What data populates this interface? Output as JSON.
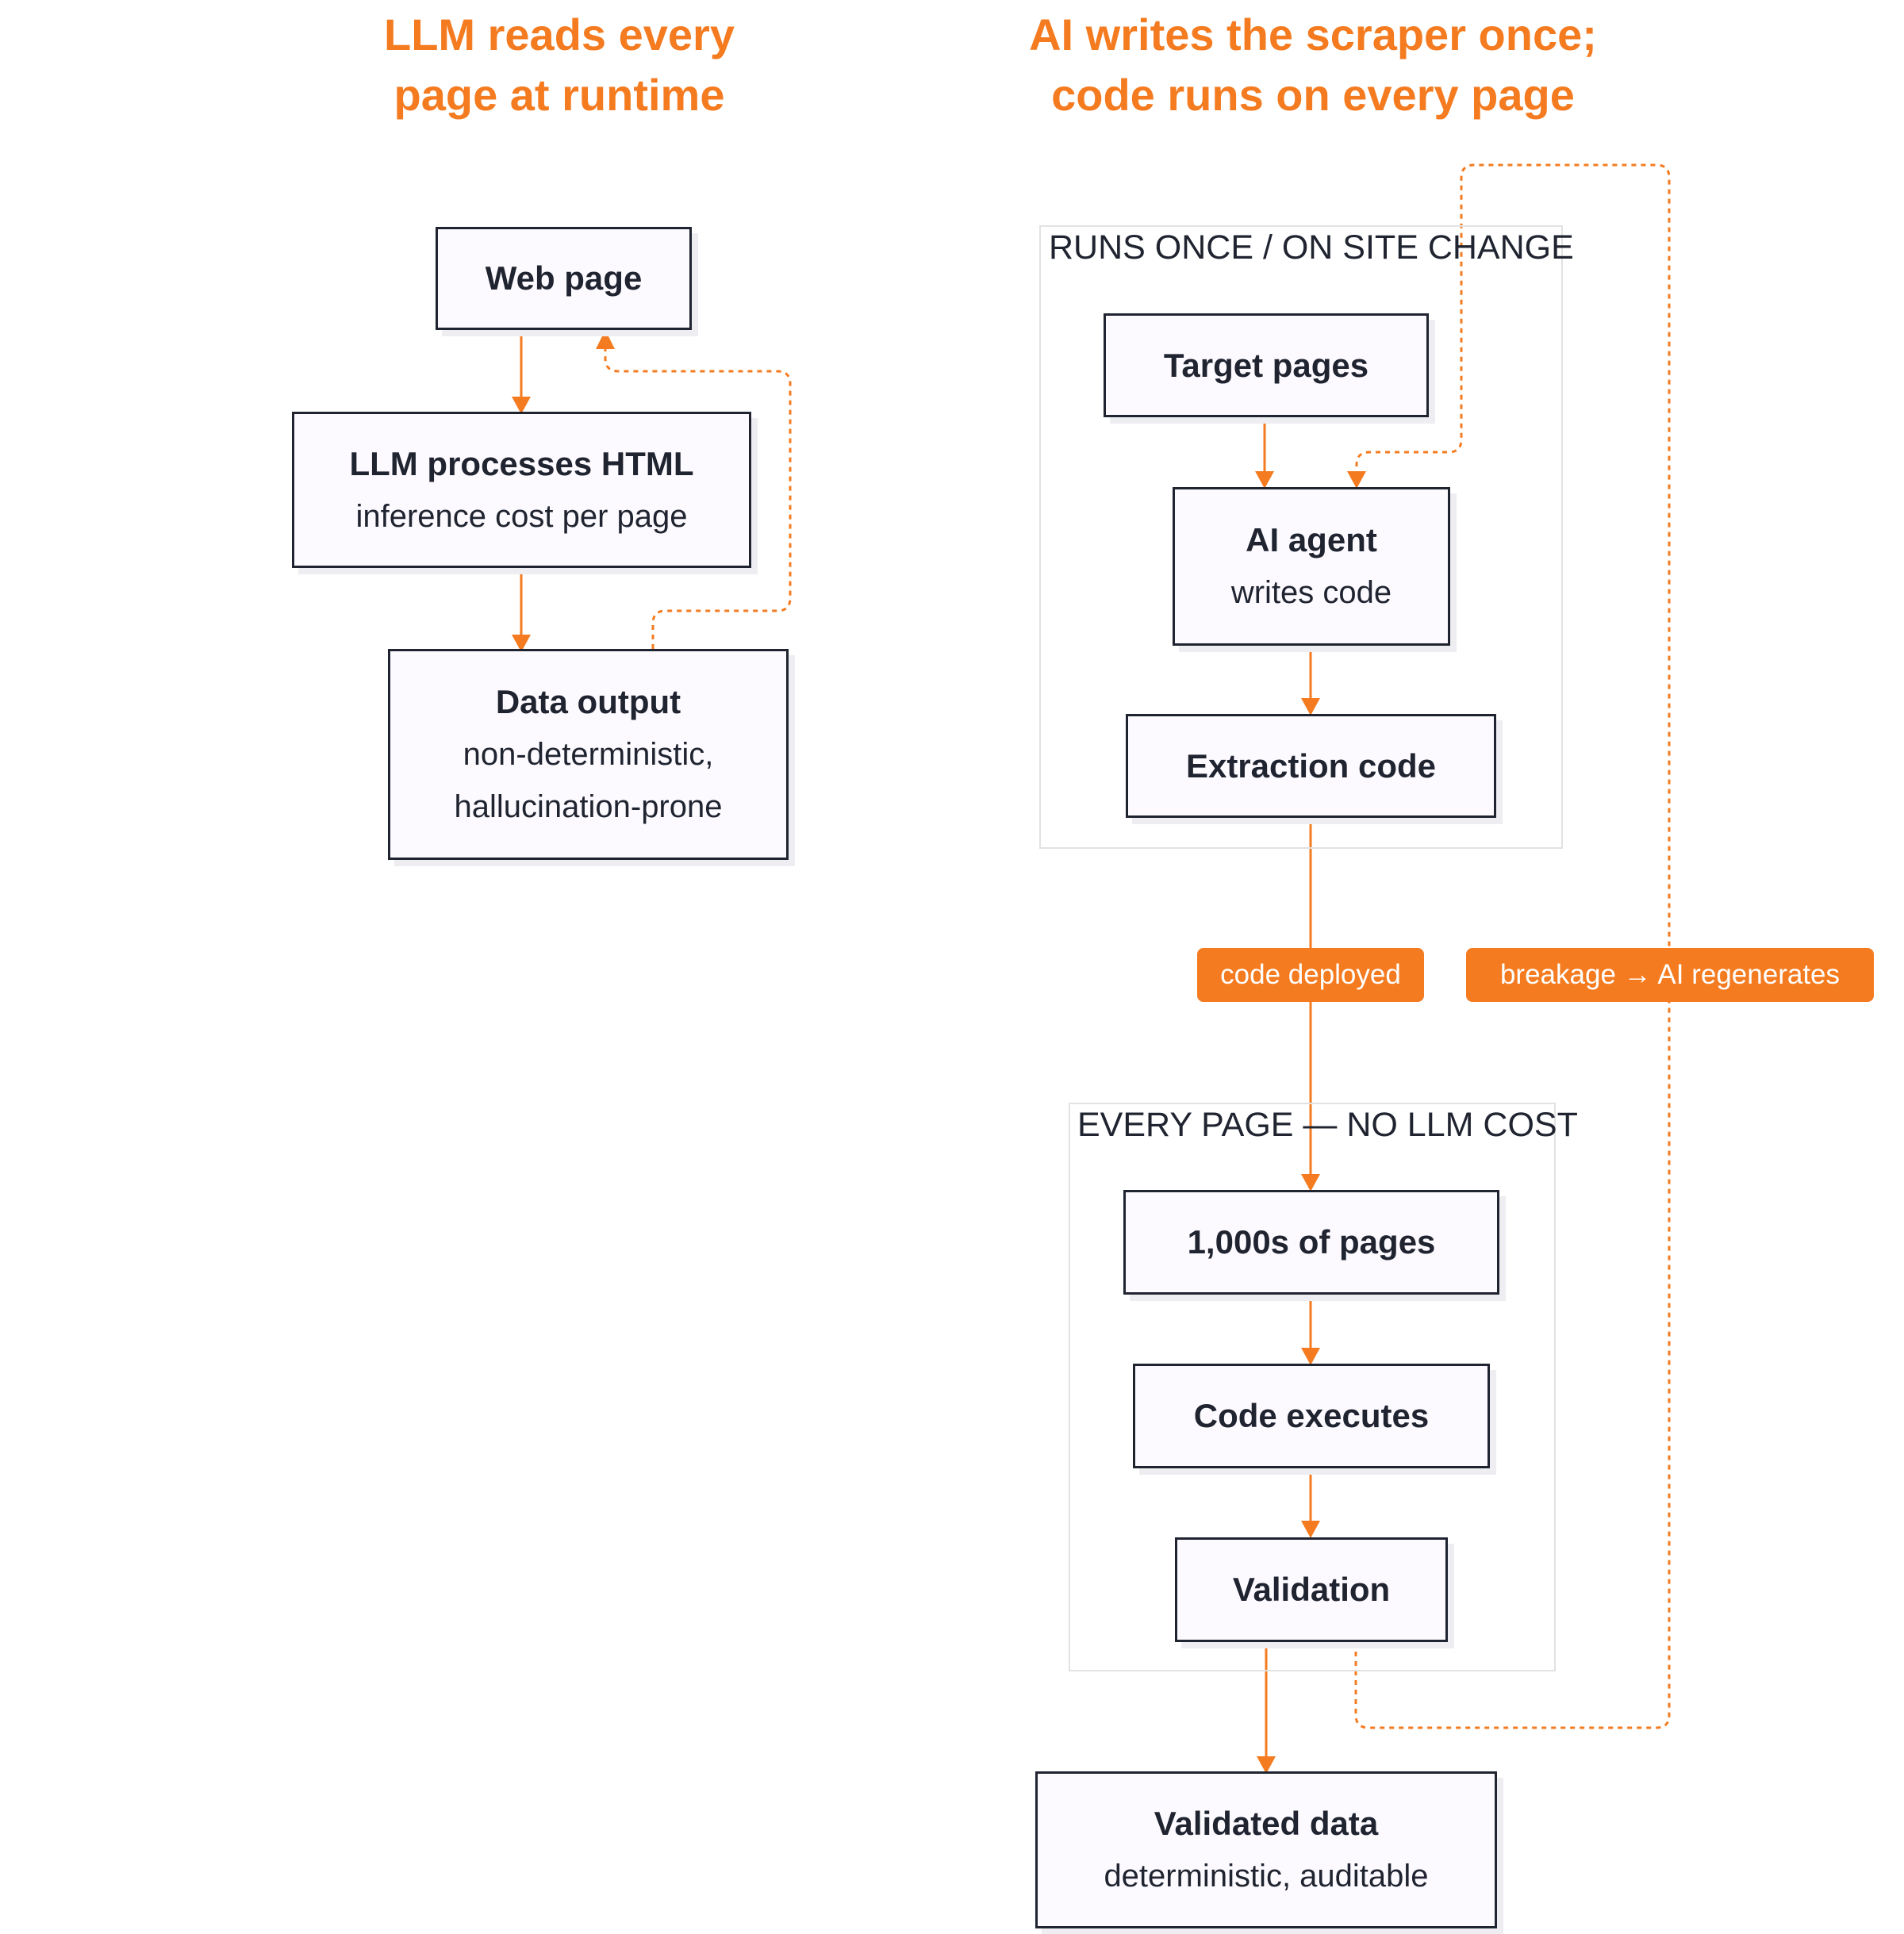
{
  "titles": {
    "left": [
      "LLM reads every",
      "page at runtime"
    ],
    "right": [
      "AI writes the scraper once;",
      "code runs on every page"
    ]
  },
  "groups": {
    "runs_once": "RUNS ONCE / ON SITE CHANGE",
    "every_page": "EVERY PAGE — NO LLM COST"
  },
  "nodes": {
    "web_page": {
      "title": "Web page"
    },
    "llm_processes": {
      "title": "LLM processes HTML",
      "sub": "inference cost per page"
    },
    "data_output": {
      "title": "Data output",
      "sub1": "non-deterministic,",
      "sub2": "hallucination-prone"
    },
    "target_pages": {
      "title": "Target pages"
    },
    "ai_agent": {
      "title": "AI agent",
      "sub": "writes code"
    },
    "extraction_code": {
      "title": "Extraction code"
    },
    "thousands_pages": {
      "title": "1,000s of pages"
    },
    "code_executes": {
      "title": "Code executes"
    },
    "validation": {
      "title": "Validation"
    },
    "validated_data": {
      "title": "Validated data",
      "sub": "deterministic, auditable"
    }
  },
  "edge_labels": {
    "code_deployed": "code deployed",
    "breakage": "breakage → AI regenerates"
  },
  "colors": {
    "accent": "#f47b20",
    "ink": "#1f2430",
    "node_fill": "#fcfaff",
    "group_border": "#e2e2e2"
  }
}
